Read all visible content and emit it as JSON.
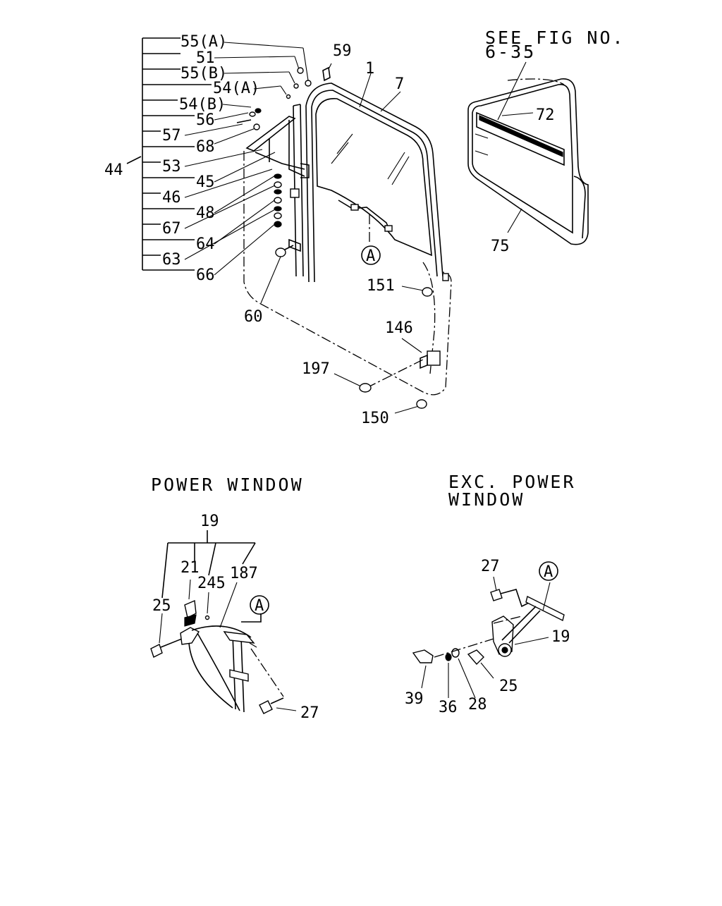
{
  "headings": {
    "see_fig_line1": "SEE FIG NO.",
    "see_fig_line2": "6-35",
    "power_window": "POWER WINDOW",
    "exc_power_line1": "EXC. POWER",
    "exc_power_line2": "WINDOW"
  },
  "callouts": {
    "c55a": "55(A)",
    "c51": "51",
    "c55b": "55(B)",
    "c54a": "54(A)",
    "c54b": "54(B)",
    "c56": "56",
    "c57": "57",
    "c68": "68",
    "c53": "53",
    "c44": "44",
    "c45": "45",
    "c46": "46",
    "c48": "48",
    "c67": "67",
    "c64": "64",
    "c63": "63",
    "c66": "66",
    "c60": "60",
    "c59": "59",
    "c1": "1",
    "c7": "7",
    "c72": "72",
    "c75": "75",
    "c151": "151",
    "c146": "146",
    "c197": "197",
    "c150": "150",
    "pw19": "19",
    "pw21": "21",
    "pw245": "245",
    "pw187": "187",
    "pw25": "25",
    "pw27": "27",
    "ep27": "27",
    "ep19": "19",
    "ep25": "25",
    "ep39": "39",
    "ep36": "36",
    "ep28": "28"
  },
  "reference_marker": "A"
}
